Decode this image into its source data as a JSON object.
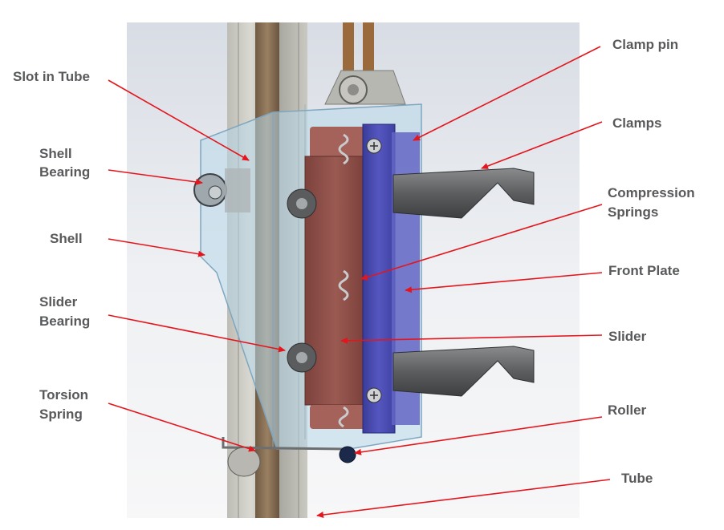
{
  "labels": {
    "slot_in_tube": "Slot in Tube",
    "shell_bearing_1": "Shell",
    "shell_bearing_2": "Bearing",
    "shell": "Shell",
    "slider_bearing_1": "Slider",
    "slider_bearing_2": "Bearing",
    "torsion_spring_1": "Torsion",
    "torsion_spring_2": "Spring",
    "clamp_pin": "Clamp pin",
    "clamps": "Clamps",
    "compression_springs_1": "Compression",
    "compression_springs_2": "Springs",
    "front_plate": "Front Plate",
    "slider": "Slider",
    "roller": "Roller",
    "tube": "Tube"
  },
  "colors": {
    "arrow": "#e4161d",
    "label_text": "#58595b",
    "slider_body": "#8e4e47",
    "front_plate": "#4b4db0",
    "clamp": "#5f6062",
    "shell": "#b8d8ea",
    "tube": "#a9aaa4",
    "background_panel": "#dfe2e8"
  }
}
